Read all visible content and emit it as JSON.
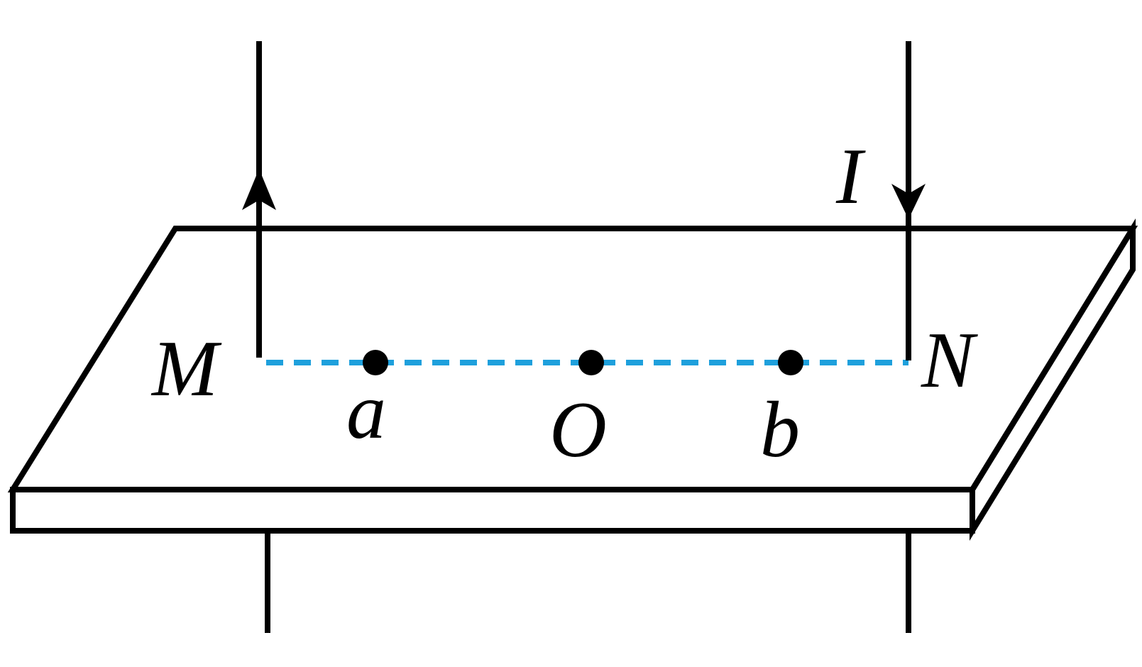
{
  "labels": {
    "M": "M",
    "N": "N",
    "a": "a",
    "O": "O",
    "b": "b",
    "I": "I"
  },
  "colors": {
    "line": "#000000",
    "dashed_line": "#1ea0dc",
    "point": "#000000",
    "background": "#ffffff"
  }
}
